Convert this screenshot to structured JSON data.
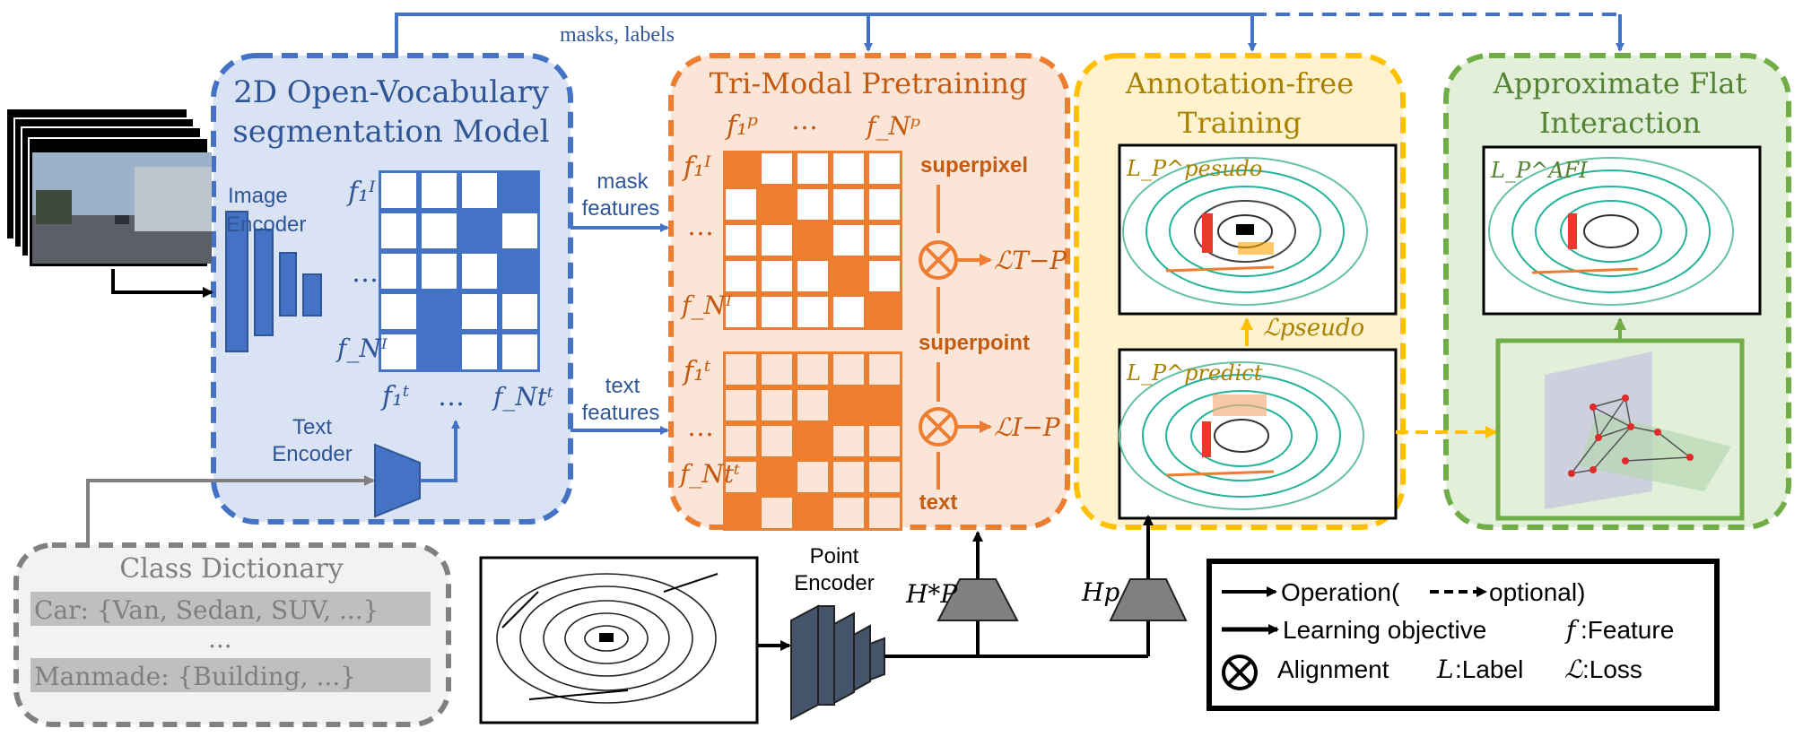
{
  "top": {
    "masks_labels": "masks, labels"
  },
  "ov_model": {
    "title_line1": "2D Open-Vocabulary",
    "title_line2": "segmentation Model",
    "image_encoder_line1": "Image",
    "image_encoder_line2": "Encoder",
    "text_encoder_line1": "Text",
    "text_encoder_line2": "Encoder",
    "row1": "f₁ᴵ",
    "row_dots": "…",
    "rowN": "f_Nᴵ",
    "col1": "f₁ᵗ",
    "col_dots": "…",
    "colN": "f_Ntᵗ",
    "matrix_fill": [
      [
        0,
        0,
        0,
        1
      ],
      [
        0,
        0,
        1,
        0
      ],
      [
        0,
        0,
        0,
        1
      ],
      [
        0,
        1,
        0,
        0
      ],
      [
        0,
        1,
        0,
        0
      ]
    ]
  },
  "arrows": {
    "mask_line1": "mask",
    "mask_line2": "features",
    "text_line1": "text",
    "text_line2": "features"
  },
  "trimodal": {
    "title": "Tri-Modal Pretraining",
    "col1": "f₁ᵖ",
    "col_dots": "…",
    "colN": "f_Nᵖ",
    "top_row1": "f₁ᴵ",
    "top_dots": "…",
    "top_rowN": "f_Nᴵ",
    "bot_row1": "f₁ᵗ",
    "bot_dots": "…",
    "bot_rowN": "f_Ntᵗ",
    "superpixel": "superpixel",
    "superpoint": "superpoint",
    "text_label": "text",
    "loss_tp": "ℒT−P",
    "loss_ip": "ℒI−P",
    "top_fill": [
      [
        1,
        0,
        0,
        0,
        0
      ],
      [
        0,
        1,
        0,
        0,
        0
      ],
      [
        0,
        0,
        1,
        0,
        0
      ],
      [
        0,
        0,
        0,
        1,
        0
      ],
      [
        0,
        0,
        0,
        0,
        1
      ]
    ],
    "bot_fill": [
      [
        0,
        0,
        0,
        0,
        0
      ],
      [
        0,
        0,
        0,
        1,
        1
      ],
      [
        0,
        0,
        1,
        0,
        0
      ],
      [
        0,
        1,
        0,
        0,
        0
      ],
      [
        1,
        0,
        1,
        0,
        0
      ]
    ],
    "accent": "#ed7d31"
  },
  "annotation": {
    "title_line1": "Annotation-free",
    "title_line2": "Training",
    "pesudo_label": "L_P^pesudo",
    "predict_label": "L_P^predict",
    "loss_pseudo": "ℒpseudo",
    "accent": "#ffc000"
  },
  "afi": {
    "title_line1": "Approximate Flat",
    "title_line2": "Interaction",
    "label": "L_P^AFI",
    "accent": "#70ad47"
  },
  "class_dict": {
    "title": "Class Dictionary",
    "row1": "Car: {Van, Sedan, SUV, ...}",
    "dots": "...",
    "row2": "Manmade: {Building, ...}"
  },
  "point_encoder": {
    "label_line1": "Point",
    "label_line2": "Encoder",
    "head1": "H*P",
    "head2": "Hp"
  },
  "legend": {
    "operation": "Operation(",
    "optional": "optional)",
    "learning": "Learning objective",
    "feature": ":Feature",
    "alignment": "Alignment",
    "label": ":Label",
    "loss": ":Loss"
  },
  "colors": {
    "blue": "#4472c4",
    "dark_blue": "#2f5597"
  }
}
